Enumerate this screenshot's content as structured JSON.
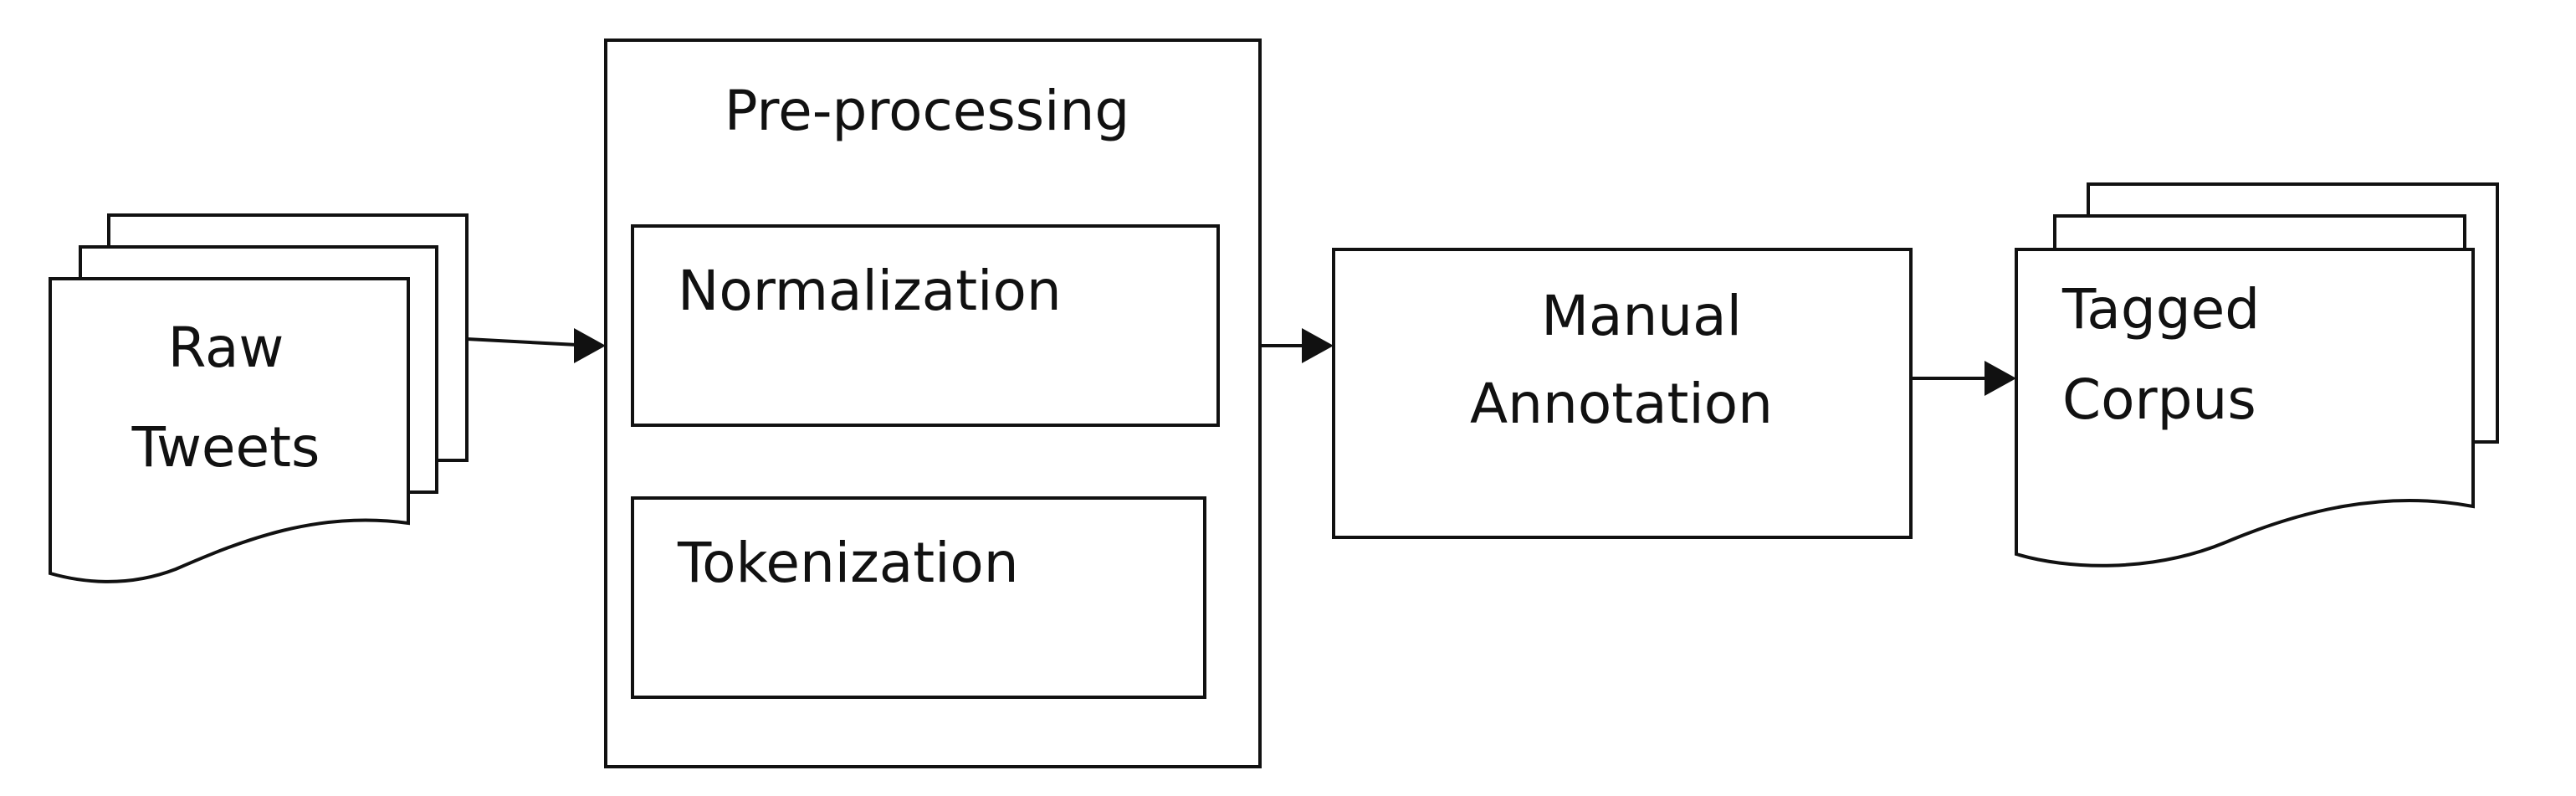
{
  "nodes": {
    "raw_tweets": {
      "lines": [
        "Raw",
        "Tweets"
      ]
    },
    "preprocessing": {
      "title": "Pre-processing",
      "steps": [
        "Normalization",
        "Tokenization"
      ]
    },
    "manual_annotation": {
      "lines": [
        "Manual",
        "Annotation"
      ]
    },
    "tagged_corpus": {
      "lines": [
        "Tagged",
        "Corpus"
      ]
    }
  },
  "edges": [
    {
      "from": "raw_tweets",
      "to": "preprocessing"
    },
    {
      "from": "preprocessing",
      "to": "manual_annotation"
    },
    {
      "from": "manual_annotation",
      "to": "tagged_corpus"
    }
  ]
}
